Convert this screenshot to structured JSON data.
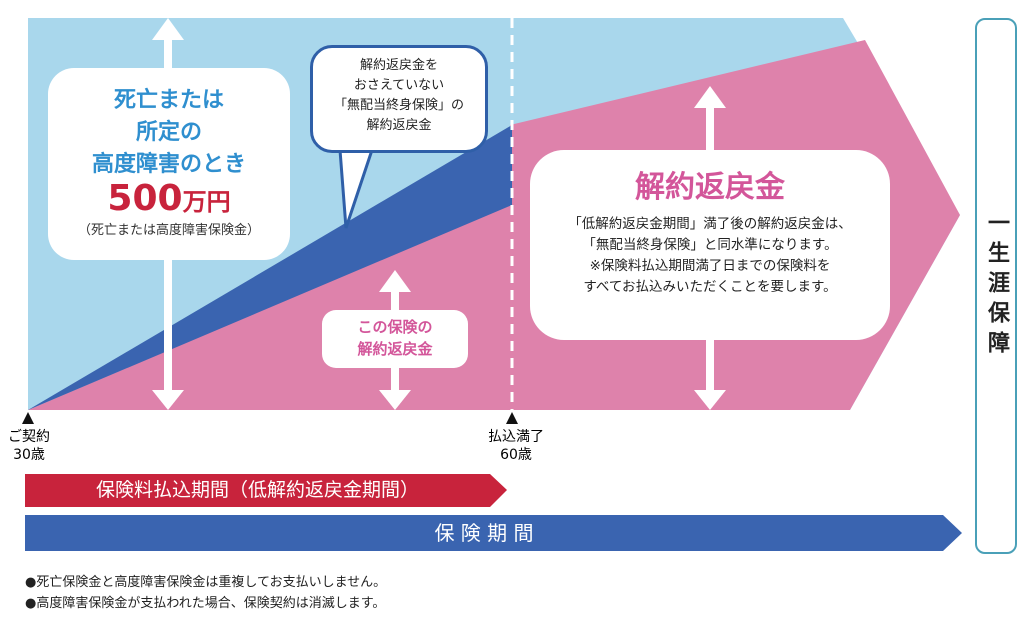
{
  "colors": {
    "light_blue": "#a9d7ec",
    "pink": "#de82ab",
    "dark_blue": "#3a64b0",
    "red": "#c8233c",
    "teal": "#4aa0b8",
    "title_blue": "#2f8fcf",
    "amount_red": "#c8233c"
  },
  "death_box": {
    "line1": "死亡または",
    "line2": "所定の",
    "line3": "高度障害のとき",
    "amount": "500",
    "unit": "万円",
    "note": "（死亡または高度障害保険金）"
  },
  "bubble": {
    "line1": "解約返戻金を",
    "line2": "おさえていない",
    "line3": "「無配当終身保険」の",
    "line4": "解約返戻金"
  },
  "this_plan": {
    "line1": "この保険の",
    "line2": "解約返戻金"
  },
  "refund_box": {
    "title": "解約返戻金",
    "line1": "「低解約返戻金期間」満了後の解約返戻金は、",
    "line2": "「無配当終身保険」と同水準になります。",
    "line3": "※保険料払込期間満了日までの保険料を",
    "line4": "すべてお払込みいただくことを要します。"
  },
  "markers": {
    "start_line1": "ご契約",
    "start_line2": "30歳",
    "end_line1": "払込満了",
    "end_line2": "60歳"
  },
  "bars": {
    "payment": "保険料払込期間（低解約返戻金期間）",
    "coverage": "保 険 期 間"
  },
  "lifetime": "一生涯保障",
  "notes": [
    "●死亡保険金と高度障害保険金は重複してお支払いしません。",
    "●高度障害保険金が支払われた場合、保険契約は消滅します。"
  ]
}
